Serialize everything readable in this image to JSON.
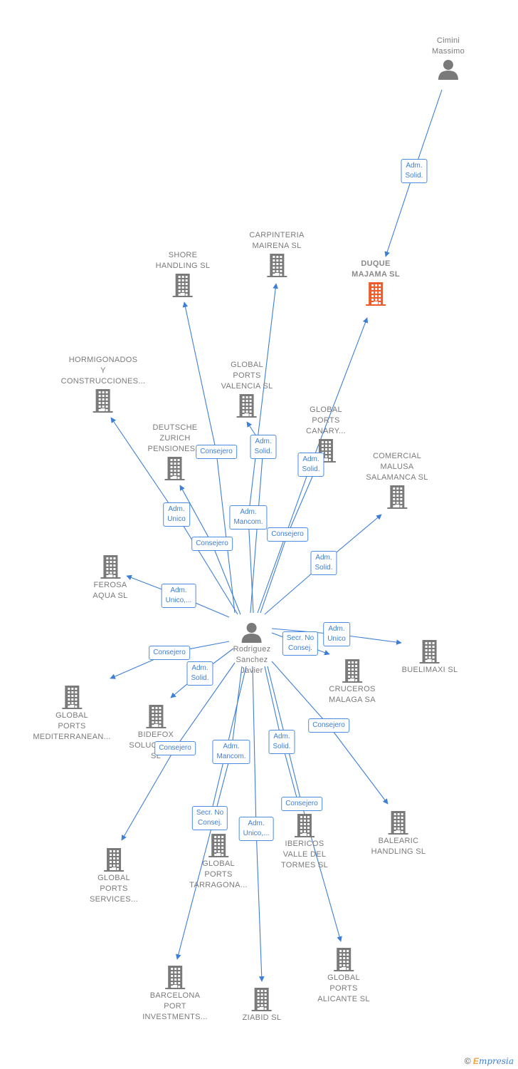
{
  "colors": {
    "edge": "#3d7fd6",
    "company": "#7a7a7a",
    "company_highlight": "#f05a28",
    "person": "#7a7a7a"
  },
  "nodes": [
    {
      "id": "cimini",
      "kind": "person",
      "label": "Cimini\nMassimo"
    },
    {
      "id": "duque",
      "kind": "company",
      "highlight": true,
      "label": "DUQUE\nMAJAMA SL"
    },
    {
      "id": "carpinteria",
      "kind": "company",
      "label": "CARPINTERIA\nMAIRENA SL"
    },
    {
      "id": "shore",
      "kind": "company",
      "label": "SHORE\nHANDLING SL"
    },
    {
      "id": "hormigonados",
      "kind": "company",
      "label": "HORMIGONADOS\nY\nCONSTRUCCIONES..."
    },
    {
      "id": "gpvalencia",
      "kind": "company",
      "label": "GLOBAL\nPORTS\nVALENCIA SL"
    },
    {
      "id": "gpcanary",
      "kind": "company",
      "label": "GLOBAL\nPORTS\nCANARY..."
    },
    {
      "id": "deutsche",
      "kind": "company",
      "label": "DEUTSCHE\nZURICH\nPENSIONES..."
    },
    {
      "id": "comercial",
      "kind": "company",
      "label": "COMERCIAL\nMALUSA\nSALAMANCA SL"
    },
    {
      "id": "ferosa",
      "kind": "company",
      "label": "FEROSA\nAQUA SL"
    },
    {
      "id": "rodriguez",
      "kind": "person",
      "label": "Rodriguez\nSanchez\nJavier"
    },
    {
      "id": "buelimaxi",
      "kind": "company",
      "label": "BUELIMAXI SL"
    },
    {
      "id": "cruceros",
      "kind": "company",
      "label": "CRUCEROS\nMALAGA SA"
    },
    {
      "id": "gpmed",
      "kind": "company",
      "label": "GLOBAL\nPORTS\nMEDITERRANEAN..."
    },
    {
      "id": "bidefox",
      "kind": "company",
      "label": "BIDEFOX\nSOLUCIONES\nSL"
    },
    {
      "id": "balearic",
      "kind": "company",
      "label": "BALEARIC\nHANDLING SL"
    },
    {
      "id": "gpservices",
      "kind": "company",
      "label": "GLOBAL\nPORTS\nSERVICES..."
    },
    {
      "id": "gptarragona",
      "kind": "company",
      "label": "GLOBAL\nPORTS\nTARRAGONA..."
    },
    {
      "id": "ibericos",
      "kind": "company",
      "label": "IBERICOS\nVALLE DEL\nTORMES SL"
    },
    {
      "id": "barcelona",
      "kind": "company",
      "label": "BARCELONA\nPORT\nINVESTMENTS..."
    },
    {
      "id": "ziabid",
      "kind": "company",
      "label": "ZIABID SL"
    },
    {
      "id": "gpalicante",
      "kind": "company",
      "label": "GLOBAL\nPORTS\nALICANTE SL"
    }
  ],
  "relations": [
    {
      "from": "cimini",
      "to": "duque",
      "label": "Adm.\nSolid."
    },
    {
      "from": "rodriguez",
      "to": "shore",
      "label": "Consejero"
    },
    {
      "from": "rodriguez",
      "to": "carpinteria",
      "label": "Adm.\nMancom."
    },
    {
      "from": "rodriguez",
      "to": "gpvalencia",
      "label": "Adm.\nSolid."
    },
    {
      "from": "rodriguez",
      "to": "duque",
      "label": "Adm.\nSolid."
    },
    {
      "from": "rodriguez",
      "to": "gpcanary",
      "label": "Consejero"
    },
    {
      "from": "rodriguez",
      "to": "hormigonados",
      "label": "Adm.\nUnico"
    },
    {
      "from": "rodriguez",
      "to": "deutsche",
      "label": "Consejero"
    },
    {
      "from": "rodriguez",
      "to": "comercial",
      "label": "Adm.\nSolid."
    },
    {
      "from": "rodriguez",
      "to": "ferosa",
      "label": "Adm.\nUnico,..."
    },
    {
      "from": "rodriguez",
      "to": "buelimaxi",
      "label": "Adm.\nUnico"
    },
    {
      "from": "rodriguez",
      "to": "cruceros",
      "label": "Secr. No\nConsej."
    },
    {
      "from": "rodriguez",
      "to": "gpmed",
      "label": "Consejero"
    },
    {
      "from": "rodriguez",
      "to": "bidefox",
      "label": "Adm.\nSolid."
    },
    {
      "from": "rodriguez",
      "to": "balearic",
      "label": "Consejero"
    },
    {
      "from": "rodriguez",
      "to": "gpservices",
      "label": "Consejero"
    },
    {
      "from": "rodriguez",
      "to": "barcelona",
      "label": "Adm.\nMancom."
    },
    {
      "from": "rodriguez",
      "to": "gptarragona",
      "label": "Secr. No\nConsej."
    },
    {
      "from": "rodriguez",
      "to": "ibericos",
      "label": "Adm.\nSolid."
    },
    {
      "from": "rodriguez",
      "to": "gpalicante",
      "label": "Consejero"
    },
    {
      "from": "rodriguez",
      "to": "ziabid",
      "label": "Adm.\nUnico,..."
    }
  ],
  "footer": {
    "copyright": "©",
    "brand_e": "E",
    "brand_rest": "mpresia"
  }
}
